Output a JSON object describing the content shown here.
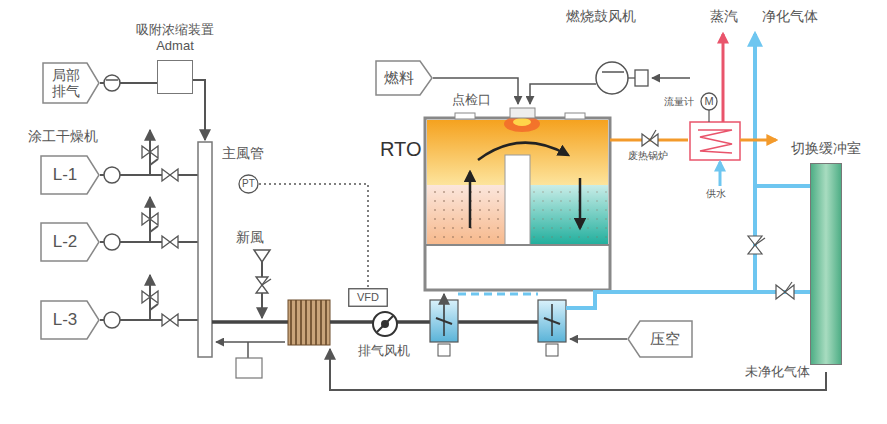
{
  "diagram": {
    "nodes": [
      {
        "text": [
          "局部排气"
        ]
      },
      {
        "text": [
          "吸附浓缩装置 Admat"
        ]
      },
      {
        "text": [
          "L-1"
        ]
      },
      {
        "text": [
          "L-2"
        ]
      },
      {
        "text": [
          "L-3"
        ]
      },
      {
        "text": [
          "PT"
        ]
      },
      {
        "text": [
          "VFD"
        ]
      },
      {
        "text": [
          "燃料"
        ]
      },
      {
        "text": [
          "M"
        ]
      },
      {
        "text": [
          "压空"
        ]
      },
      {
        "text": [
          "切换缓冲室"
        ]
      }
    ],
    "edges": [
      {
        "from": 0,
        "to": 1,
        "arrow": "none"
      },
      {
        "from": 5,
        "to": 6,
        "arrow": "none"
      }
    ],
    "labels": [
      "涂工干燥机",
      "主風管",
      "新風",
      "排气风机",
      "点检口",
      "RTO",
      "燃烧鼓风机",
      "蒸汽",
      "净化气体",
      "流量计",
      "废热锅炉",
      "供水",
      "未净化气体"
    ]
  }
}
